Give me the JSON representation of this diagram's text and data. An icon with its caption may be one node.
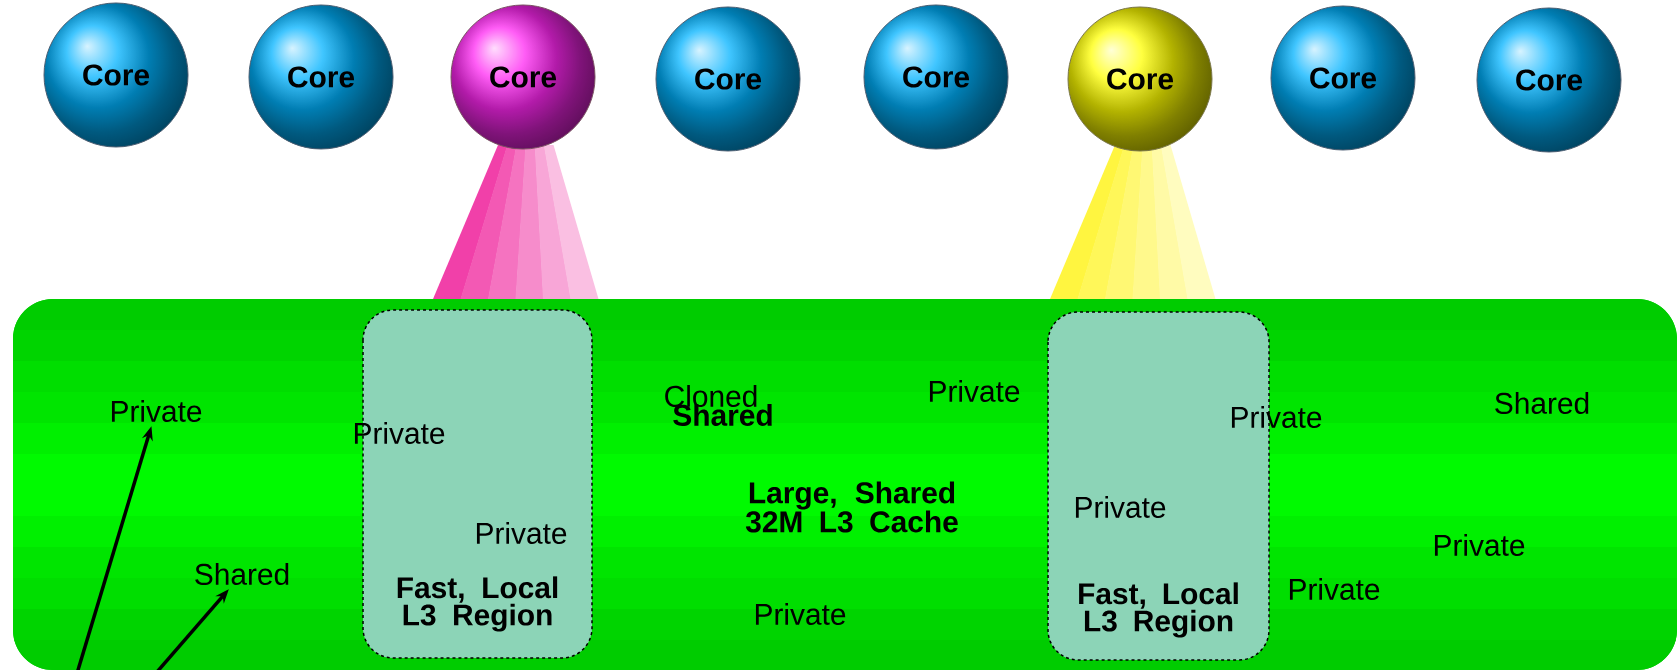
{
  "diagram": {
    "nodes": [
      {
        "text": [
          "Core"
        ]
      },
      {
        "text": [
          "Core"
        ]
      },
      {
        "text": [
          "Core"
        ]
      },
      {
        "text": [
          "Core"
        ]
      },
      {
        "text": [
          "Core"
        ]
      },
      {
        "text": [
          "Core"
        ]
      },
      {
        "text": [
          "Core"
        ]
      },
      {
        "text": [
          "Core"
        ]
      },
      {
        "text": [
          "Large, Shared 32M L3 Cache"
        ]
      },
      {
        "text": [
          "Fast, Local L3 Region"
        ],
        "in": 8
      },
      {
        "text": [
          "Fast, Local L3 Region"
        ],
        "in": 8
      },
      {
        "text": [
          "Private"
        ],
        "in": 8
      },
      {
        "text": [
          "Shared"
        ],
        "in": 8
      }
    ],
    "edges": [
      {
        "from": null,
        "to": 11,
        "arrow": "to"
      },
      {
        "from": null,
        "to": 12,
        "arrow": "to"
      }
    ],
    "labels": [
      "Private",
      "Cloned",
      "Shared",
      "Private",
      "Private",
      "Shared",
      "Private",
      "Private",
      "Private",
      "Private",
      "Private"
    ]
  }
}
